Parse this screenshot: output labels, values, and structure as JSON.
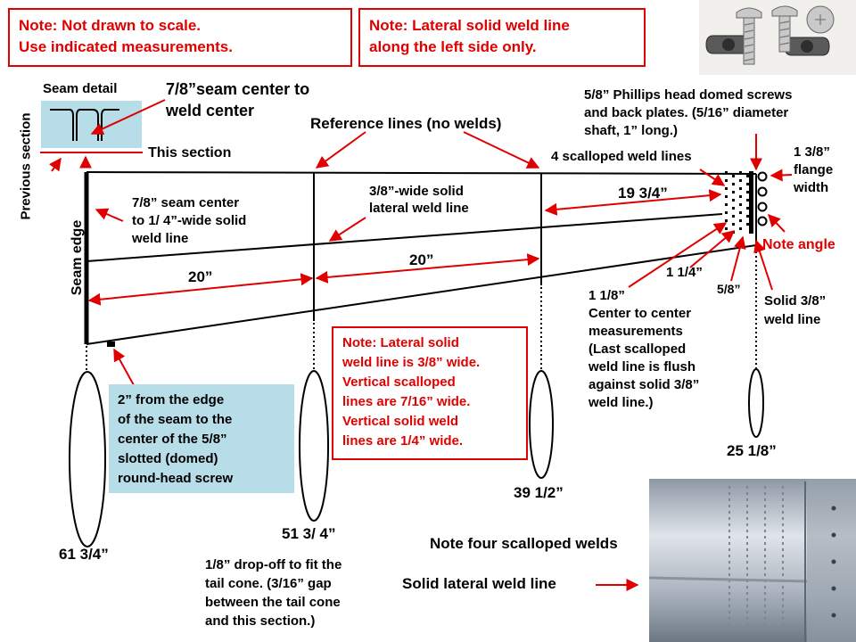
{
  "notes": {
    "scale": "Note: Not drawn to scale.\n      Use indicated measurements.",
    "lateral_left": "Note: Lateral solid weld line\n      along the left side only.",
    "weld_widths": "Note: Lateral solid\nweld line is 3/8” wide.\nVertical scalloped\nlines are 7/16” wide.\nVertical solid weld\nlines are 1/4” wide."
  },
  "seam": {
    "detail_title": "Seam detail",
    "center_to_weld": "7/8”seam center to\nweld center",
    "this_section": "This section",
    "previous_section": "Previous section",
    "seam_edge": "Seam edge",
    "center_to_solid": "7/8” seam center\nto 1/ 4”-wide solid\nweld line"
  },
  "labels": {
    "reference_lines": "Reference lines (no welds)",
    "lateral_weld": "3/8”-wide solid\nlateral weld line",
    "scalloped": "4 scalloped weld lines",
    "screws": "5/8” Phillips head domed screws\nand back plates. (5/16” diameter\nshaft, 1” long.)",
    "flange": "1 3/8”\nflange\nwidth",
    "note_angle": "Note angle",
    "solid_38": "Solid 3/8”\nweld line",
    "center_to_center": "1 1/8”\nCenter to center\nmeasurements\n(Last scalloped\nweld line is flush\nagainst solid 3/8”\nweld line.)",
    "edge_to_screw": "2” from the edge\nof the seam to the\ncenter of the 5/8”\nslotted (domed)\nround-head screw",
    "drop_off": "1/8” drop-off to fit the\ntail cone. (3/16” gap\nbetween the tail cone\nand this section.)",
    "four_scalloped": "Note four scalloped welds",
    "solid_lateral": "Solid lateral weld line"
  },
  "dimensions": {
    "d19_34": "19 3/4”",
    "d20_left": "20”",
    "d20_mid": "20”",
    "d1_14": "1 1/4”",
    "d5_8": "5/8”",
    "dia_61": "61 3/4”",
    "dia_51": "51 3/ 4”",
    "dia_39": "39 1/2”",
    "dia_25": "25 1/8”"
  },
  "photos": {
    "screws_photo": "screws-and-back-plates photo",
    "section_photo": "welded section photo"
  },
  "colors": {
    "accent_red": "#e00000",
    "info_blue": "#b7dde8"
  }
}
